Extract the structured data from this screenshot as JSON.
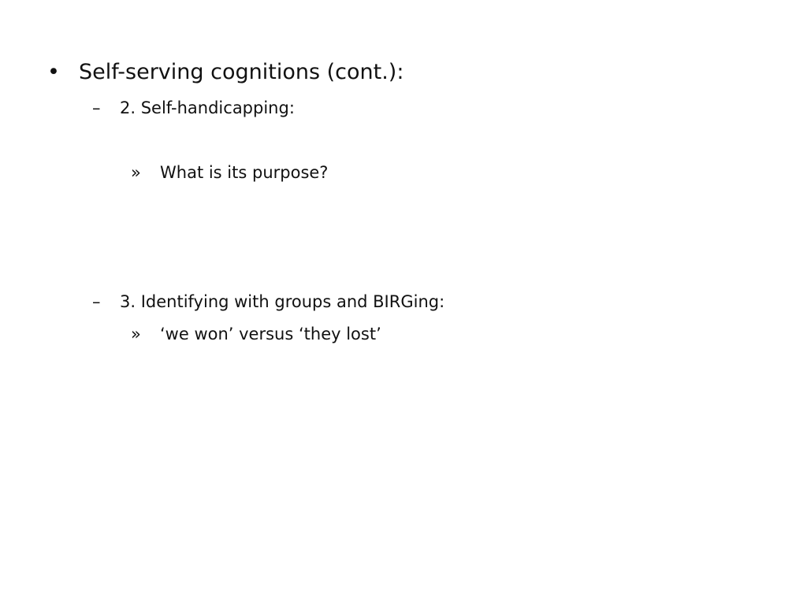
{
  "slide": {
    "main_bullet": {
      "marker": "•",
      "text": "Self-serving cognitions (cont.):"
    },
    "items": [
      {
        "marker": "–",
        "text": "2. Self-handicapping:",
        "sub": {
          "marker": "»",
          "text": "What is its purpose?"
        }
      },
      {
        "marker": "–",
        "text": "3. Identifying with groups and BIRGing:",
        "sub": {
          "marker": "»",
          "text": "‘we won’ versus ‘they lost’"
        }
      }
    ]
  }
}
